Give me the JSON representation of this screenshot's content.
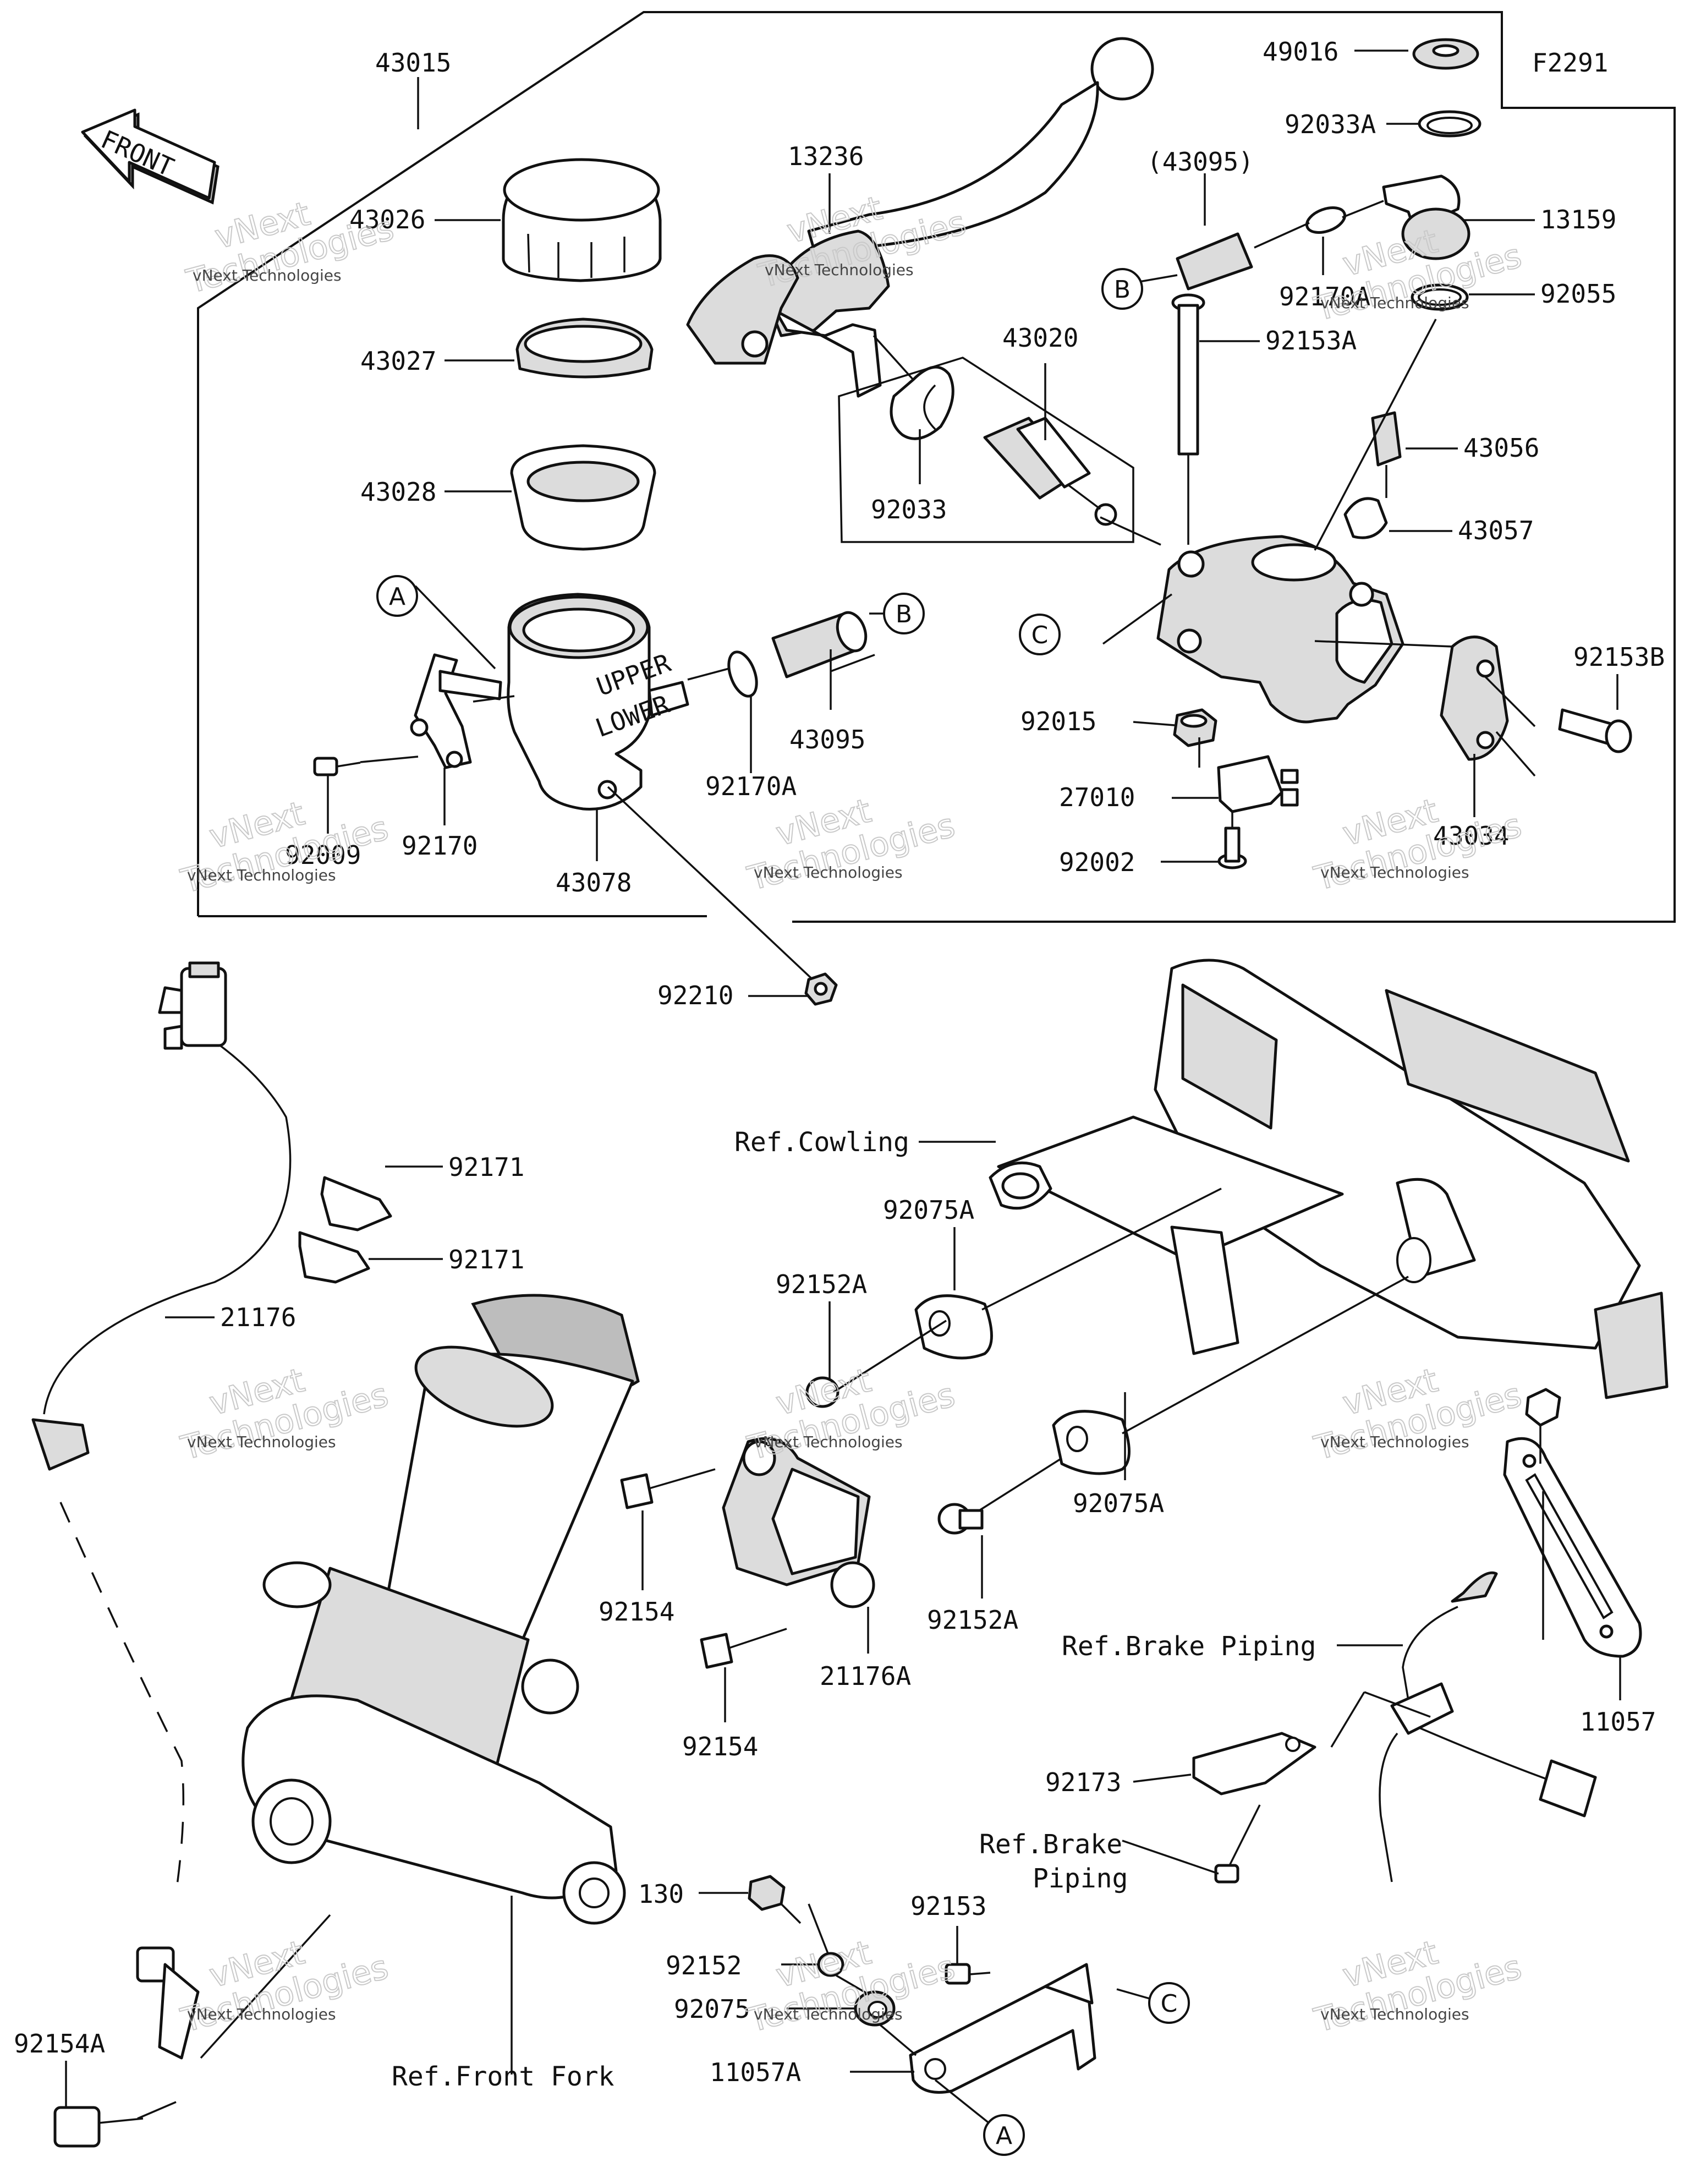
{
  "diagram_code": "F2291",
  "front_label": "FRONT",
  "watermark": {
    "small": "vNext Technologies",
    "big_top": "vNext",
    "big_bottom": "Technologies"
  },
  "part_numbers": [
    "43015",
    "49016",
    "92033A",
    "13236",
    "(43095)",
    "13159",
    "43026",
    "92055",
    "92170A",
    "43020",
    "92153A",
    "43027",
    "43056",
    "43028",
    "92033",
    "43057",
    "92153B",
    "43095",
    "92170A",
    "92015",
    "92170",
    "27010",
    "92009",
    "43034",
    "43078",
    "92002",
    "92210",
    "92171",
    "92171",
    "92075A",
    "21176",
    "92152A",
    "92075A",
    "92154",
    "92152A",
    "21176A",
    "92154",
    "11057",
    "92173",
    "130",
    "92153",
    "92152",
    "92075",
    "11057A",
    "92154A"
  ],
  "references": {
    "cowling": "Ref.Cowling",
    "brake_piping_1": "Ref.Brake Piping",
    "brake_piping_2a": "Ref.Brake",
    "brake_piping_2b": "Piping",
    "front_fork": "Ref.Front Fork"
  },
  "callout_letters": [
    "A",
    "B",
    "B",
    "C",
    "C",
    "A"
  ],
  "reservoir_marks": [
    "UPPER",
    "LOWER"
  ]
}
